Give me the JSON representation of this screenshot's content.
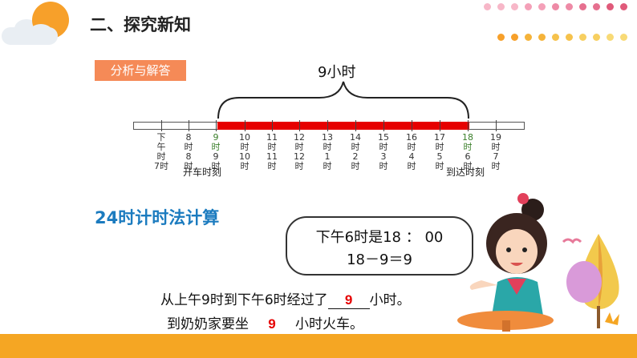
{
  "header": {
    "section_title": "二、探究新知",
    "badge": "分析与解答"
  },
  "timeline": {
    "duration_label": "9小时",
    "ticks": [
      {
        "top": "下午",
        "mid": "",
        "bottom": "7时"
      },
      {
        "top": "8",
        "mid": "8",
        "bottom": "时"
      },
      {
        "top": "9",
        "mid": "9",
        "bottom": "时"
      },
      {
        "top": "10",
        "mid": "10",
        "bottom": "时"
      },
      {
        "top": "11",
        "mid": "11",
        "bottom": "时"
      },
      {
        "top": "12",
        "mid": "12",
        "bottom": "时"
      },
      {
        "top": "13",
        "mid": "1",
        "bottom": "时"
      },
      {
        "top": "14",
        "mid": "2",
        "bottom": "时"
      },
      {
        "top": "15",
        "mid": "3",
        "bottom": "时"
      },
      {
        "top": "16",
        "mid": "4",
        "bottom": "时"
      },
      {
        "top": "17",
        "mid": "5",
        "bottom": "时"
      },
      {
        "top": "18",
        "mid": "6",
        "bottom": "时"
      },
      {
        "top": "19",
        "mid": "7",
        "bottom": "时"
      }
    ],
    "start_label": "开车时刻",
    "arrive_label": "到达时刻"
  },
  "method": {
    "title": "24时计时法计算",
    "line1": "下午6时是18 ： 00",
    "line2": "18－9＝9"
  },
  "questions": {
    "q1_prefix": "从上午9时到下午6时经过了",
    "q1_answer": "9",
    "q1_suffix": "小时。",
    "q2_prefix": "到奶奶家要坐",
    "q2_answer": "9",
    "q2_suffix": "小时火车。"
  },
  "colors": {
    "accent_red": "#e60000",
    "badge": "#f58a57",
    "title_blue": "#1b7bbf",
    "footer": "#f5a623"
  }
}
